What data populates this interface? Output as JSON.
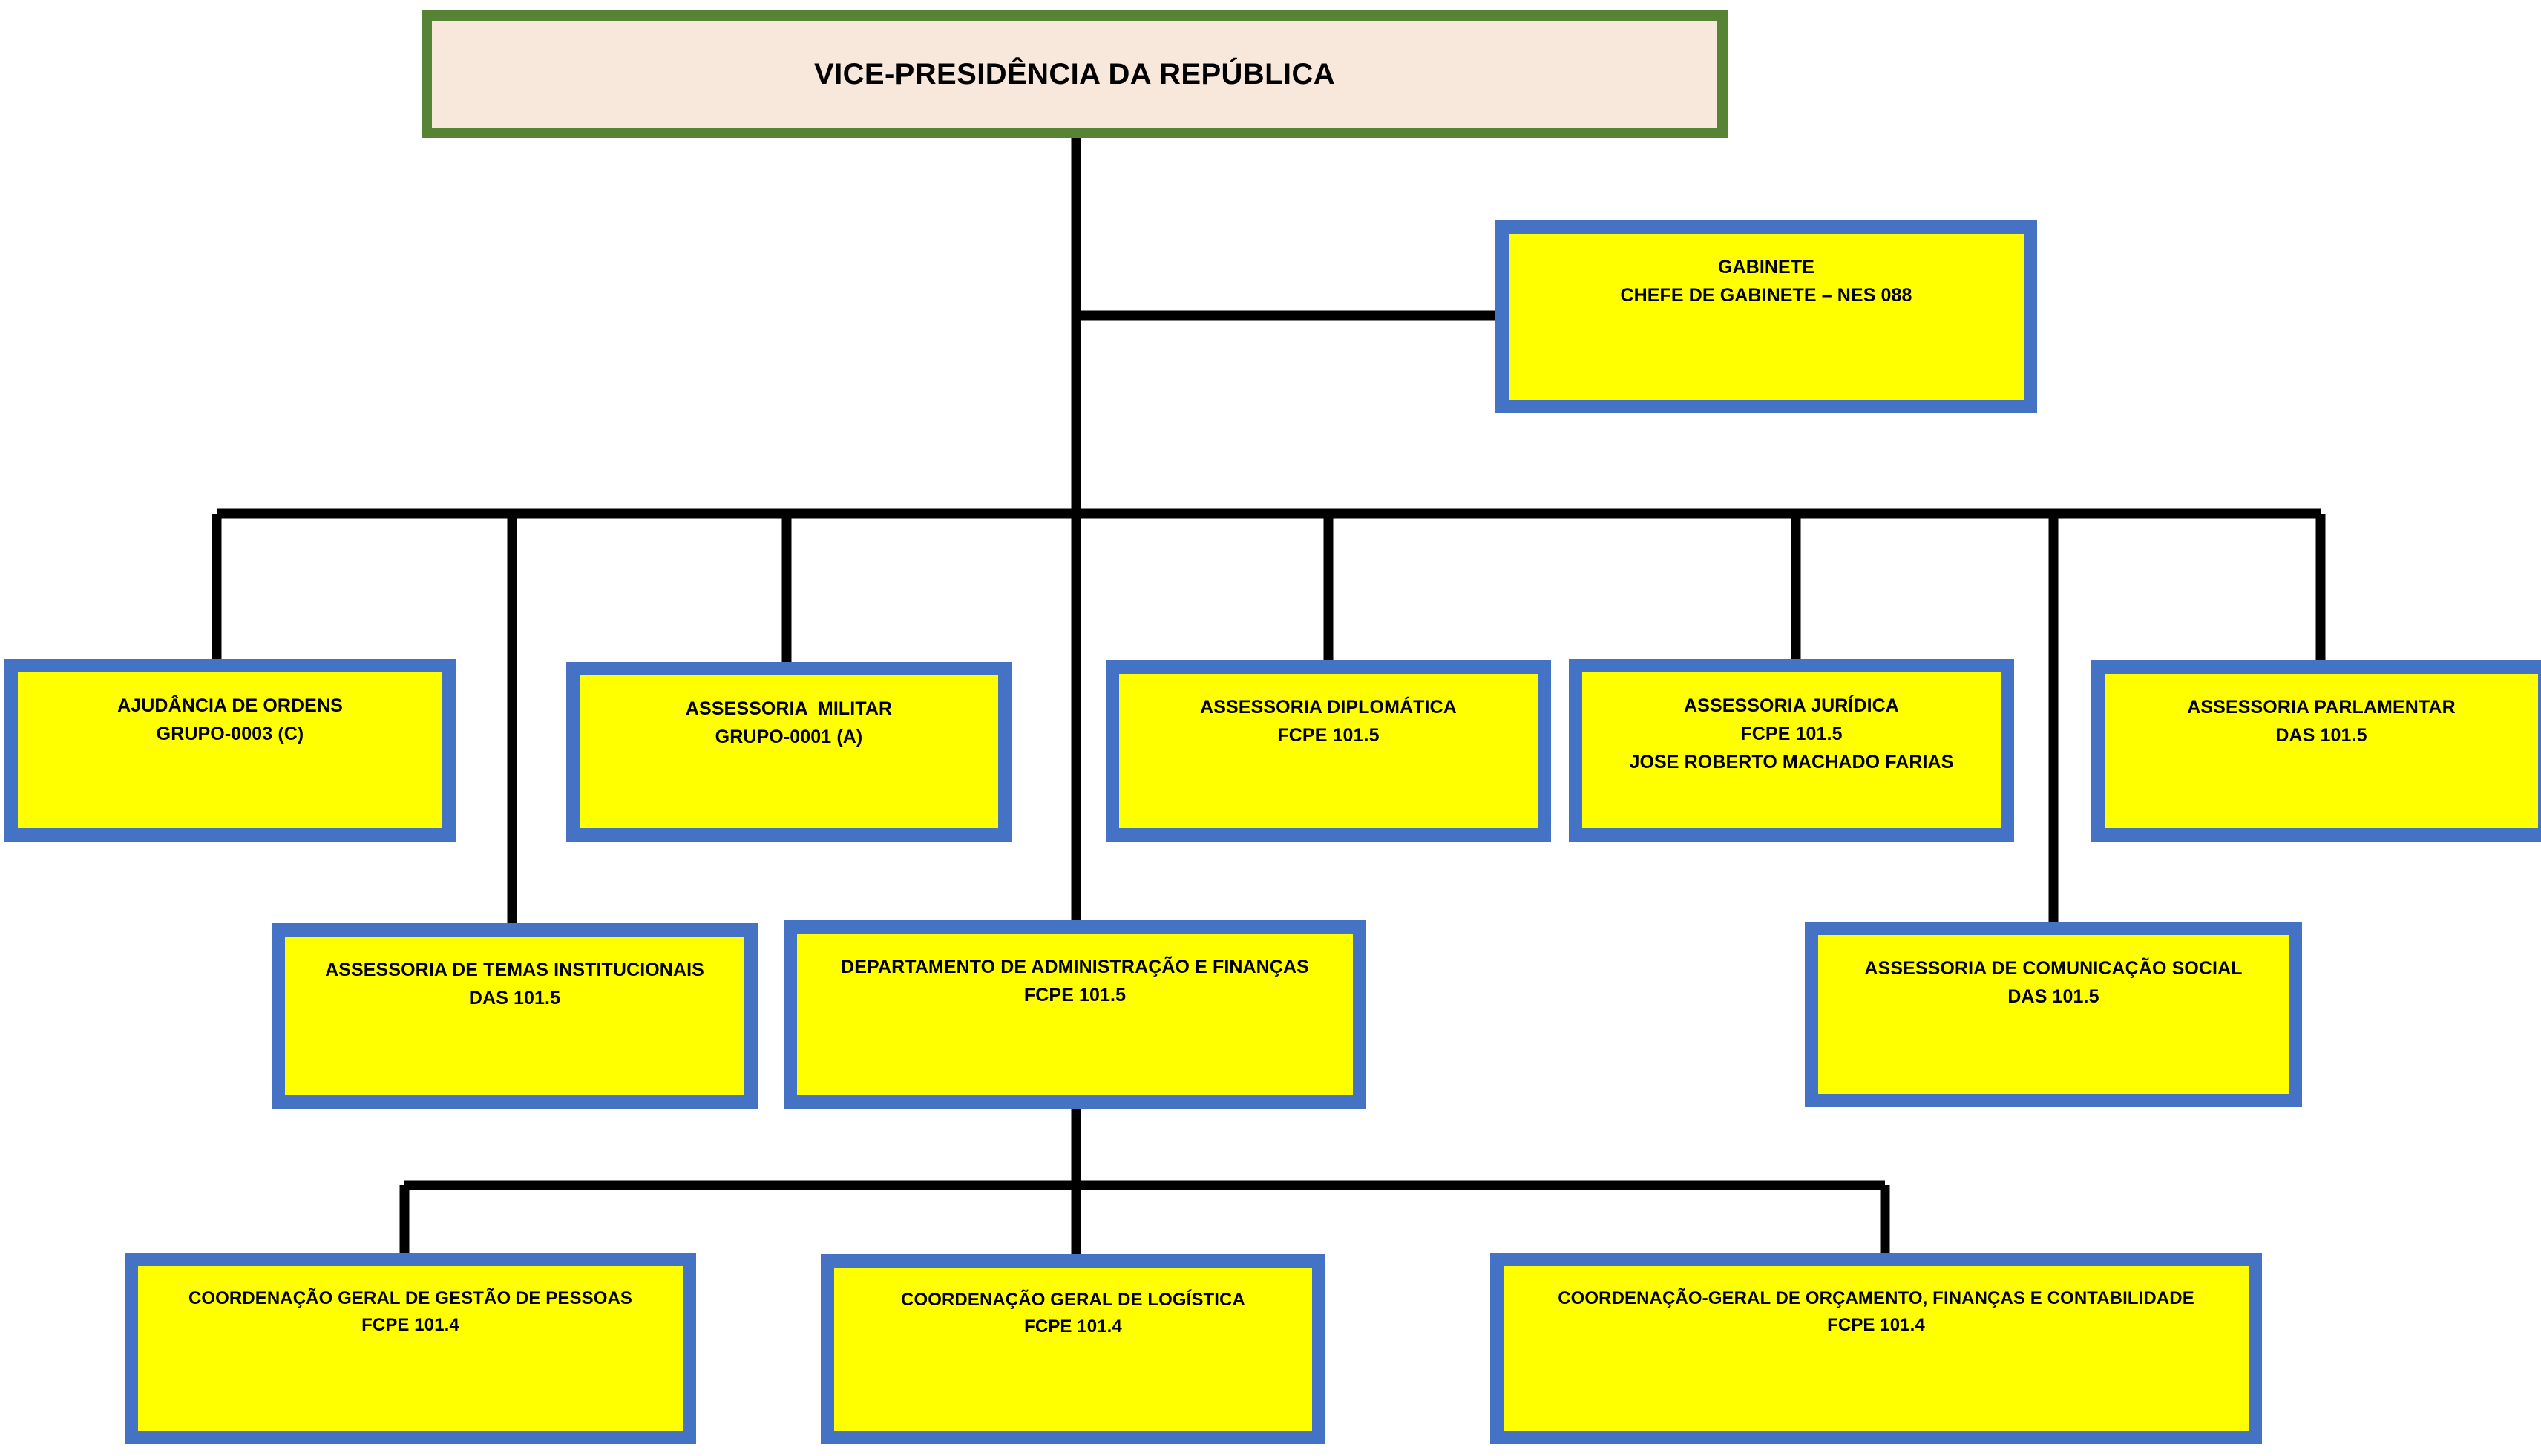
{
  "chart_data": {
    "type": "diagram",
    "subtype": "organizational-chart",
    "title": "VICE-PRESIDÊNCIA DA REPÚBLICA",
    "colors": {
      "root_border": "#578334",
      "root_fill": "#F8E7DB",
      "node_border": "#4472C4",
      "node_fill": "#FFFF00",
      "connector": "#000000",
      "text": "#000000",
      "background": "#FFFFFF"
    },
    "levels": 4
  },
  "nodes": {
    "root": {
      "id": "vice-presidencia",
      "lines": [
        "VICE-PRESIDÊNCIA DA REPÚBLICA"
      ],
      "line_0": "VICE-PRESIDÊNCIA DA REPÚBLICA"
    },
    "gabinete": {
      "id": "gabinete",
      "line_0": "GABINETE",
      "line_1": "CHEFE DE GABINETE – NES 088"
    },
    "ajudancia_ordens": {
      "id": "ajudancia-de-ordens",
      "line_0": "AJUDÂNCIA DE ORDENS",
      "line_1": "GRUPO-0003 (C)"
    },
    "assessoria_militar": {
      "id": "assessoria-militar",
      "line_0": "ASSESSORIA  MILITAR",
      "line_1": "GRUPO-0001 (A)"
    },
    "assessoria_diplomatica": {
      "id": "assessoria-diplomatica",
      "line_0": "ASSESSORIA DIPLOMÁTICA",
      "line_1": "FCPE 101.5"
    },
    "assessoria_juridica": {
      "id": "assessoria-juridica",
      "line_0": "ASSESSORIA JURÍDICA",
      "line_1": "FCPE 101.5",
      "line_2": "JOSE ROBERTO MACHADO FARIAS"
    },
    "assessoria_parlamentar": {
      "id": "assessoria-parlamentar",
      "line_0": "ASSESSORIA PARLAMENTAR",
      "line_1": "DAS 101.5"
    },
    "assessoria_temas": {
      "id": "assessoria-de-temas-institucionais",
      "line_0": "ASSESSORIA DE TEMAS INSTITUCIONAIS",
      "line_1": "DAS 101.5"
    },
    "departamento_adm": {
      "id": "departamento-de-administracao-e-financas",
      "line_0": "DEPARTAMENTO DE ADMINISTRAÇÃO E FINANÇAS",
      "line_1": "FCPE 101.5"
    },
    "assessoria_comunicacao": {
      "id": "assessoria-de-comunicacao-social",
      "line_0": "ASSESSORIA DE COMUNICAÇÃO SOCIAL",
      "line_1": "DAS 101.5"
    },
    "cg_pessoas": {
      "id": "coordenacao-geral-de-gestao-de-pessoas",
      "line_0": "COORDENAÇÃO GERAL DE GESTÃO DE PESSOAS",
      "line_1": "FCPE 101.4"
    },
    "cg_logistica": {
      "id": "coordenacao-geral-de-logistica",
      "line_0": "COORDENAÇÃO GERAL DE LOGÍSTICA",
      "line_1": "FCPE 101.4"
    },
    "cg_orcamento": {
      "id": "coordenacao-geral-de-orcamento-financas-e-contabilidade",
      "line_0": "COORDENAÇÃO-GERAL DE ORÇAMENTO, FINANÇAS E CONTABILIDADE",
      "line_1": "FCPE 101.4"
    }
  }
}
